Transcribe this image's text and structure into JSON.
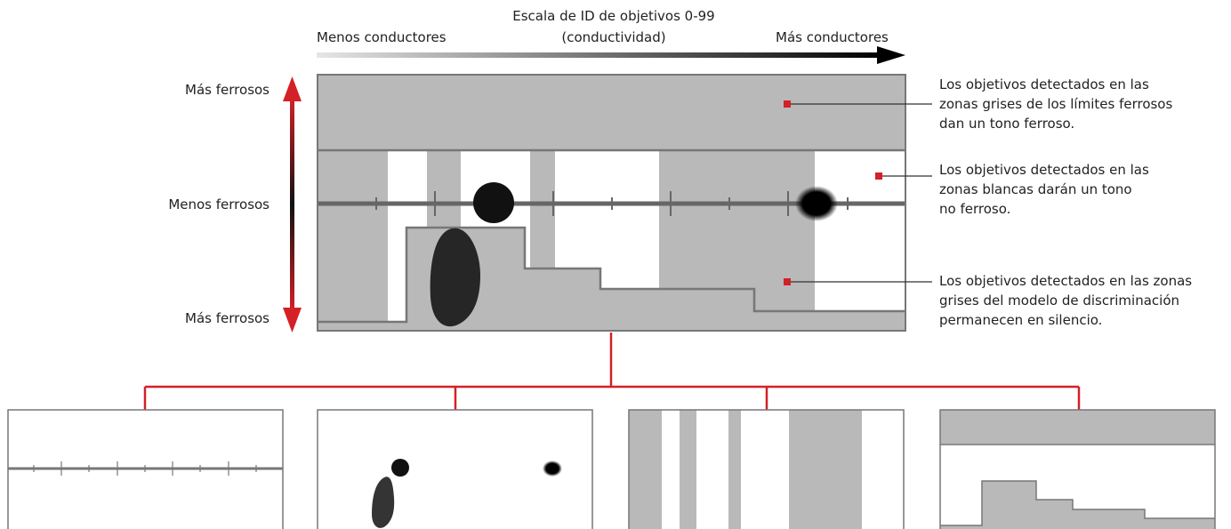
{
  "header": {
    "scale_title": "Escala de ID de objetivos 0-99",
    "scale_subtitle": "(conductividad)",
    "left_label": "Menos conductores",
    "right_label": "Más conductores"
  },
  "axis": {
    "top_label": "Más ferrosos",
    "middle_label": "Menos ferrosos",
    "bottom_label": "Más ferrosos"
  },
  "notes": [
    {
      "lines": [
        "Los objetivos detectados en las",
        "zonas grises de los límites ferrosos",
        "dan un tono ferroso."
      ]
    },
    {
      "lines": [
        "Los objetivos detectados en las",
        "zonas blancas darán un tono",
        "no ferroso."
      ]
    },
    {
      "lines": [
        "Los objetivos detectados en las zonas",
        "grises del modelo de discriminación",
        "permanecen en silencio."
      ]
    }
  ],
  "colors": {
    "accent": "#d42027",
    "zone_gray": "#b9b9b9",
    "outline": "#777777",
    "target": "#111111"
  }
}
